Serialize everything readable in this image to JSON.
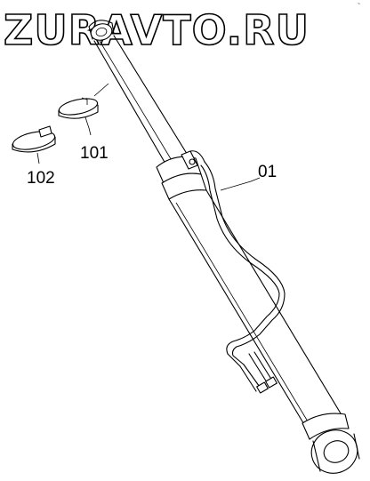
{
  "watermark": {
    "text": "ZURAVTO.RU"
  },
  "callouts": [
    {
      "id": "01",
      "label": "01"
    },
    {
      "id": "101",
      "label": "101"
    },
    {
      "id": "102",
      "label": "102"
    }
  ],
  "colors": {
    "line": "#000000",
    "background": "#ffffff"
  }
}
